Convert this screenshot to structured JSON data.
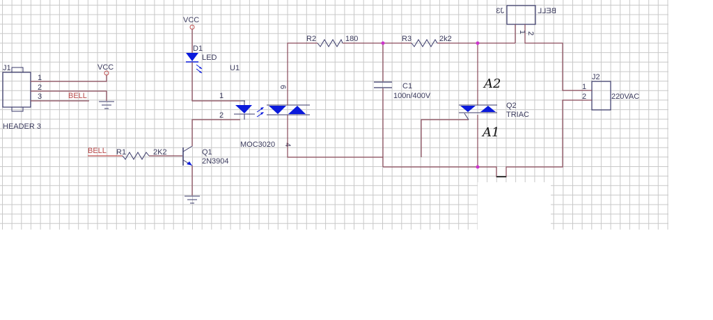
{
  "colors": {
    "grid": "#c8c8c8",
    "wire": "#8a4a5a",
    "wire_red": "#c05050",
    "component": "#3a3a6a",
    "diode_fill": "#0a1adc",
    "junction": "#cc33cc",
    "text": "#3a3a5c",
    "net_label": "#b84848"
  },
  "j1": {
    "ref": "J1",
    "value": "HEADER 3",
    "pins": [
      "1",
      "2",
      "3"
    ]
  },
  "vcc_labels": [
    "VCC",
    "VCC"
  ],
  "bell_labels": [
    "BELL",
    "BELL"
  ],
  "d1": {
    "ref": "D1",
    "value": "LED"
  },
  "u1": {
    "ref": "U1",
    "value": "MOC3020",
    "pins": [
      "1",
      "2",
      "6",
      "4"
    ]
  },
  "r1": {
    "ref": "R1",
    "value": "2K2"
  },
  "q1": {
    "ref": "Q1",
    "value": "2N3904"
  },
  "r2": {
    "ref": "R2",
    "value": "180"
  },
  "r3": {
    "ref": "R3",
    "value": "2k2"
  },
  "c1": {
    "ref": "C1",
    "value": "100n/400V"
  },
  "q2": {
    "ref": "Q2",
    "value": "TRIAC",
    "annot_a2": "A2",
    "annot_a1": "A1"
  },
  "j3": {
    "ref": "J3",
    "value": "BELL",
    "pins": [
      "1",
      "2"
    ]
  },
  "j2": {
    "ref": "J2",
    "value": "220VAC",
    "pins": [
      "1",
      "2"
    ]
  }
}
